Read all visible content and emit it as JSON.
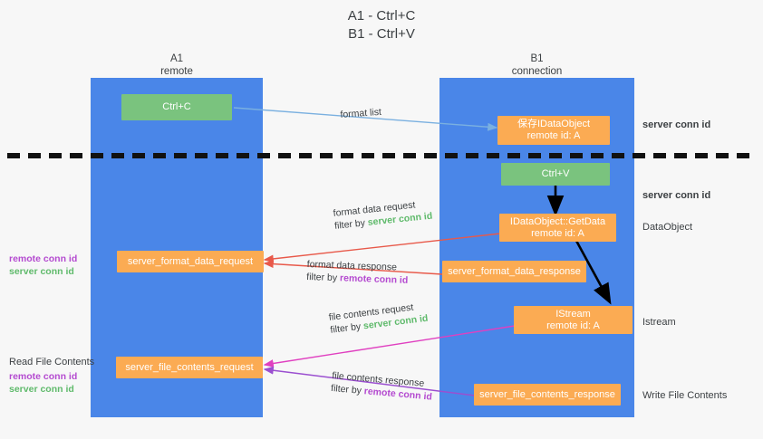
{
  "title": {
    "line1": "A1 - Ctrl+C",
    "line2": "B1 - Ctrl+V"
  },
  "colors": {
    "lane": "#4a86e8",
    "green_node": "#7ac37e",
    "orange_node": "#fbab53",
    "server_conn_id": "#5fba6b",
    "remote_conn_id": "#b44ad0",
    "background": "#f7f7f7",
    "text": "#3c4043",
    "arrow_blue": "#7ab0e0",
    "arrow_red": "#e8594a",
    "arrow_magenta": "#e040c0",
    "arrow_purple": "#9b4fd0",
    "arrow_black": "#000000"
  },
  "columns": [
    {
      "name": "A1",
      "sub": "remote"
    },
    {
      "name": "B1",
      "sub": "connection"
    }
  ],
  "nodes": [
    {
      "id": "ctrl-c",
      "kind": "green",
      "line1": "Ctrl+C",
      "line2": ""
    },
    {
      "id": "save-idataobject",
      "kind": "orange",
      "line1": "保存IDataObject",
      "line2": "remote id: A"
    },
    {
      "id": "ctrl-v",
      "kind": "green",
      "line1": "Ctrl+V",
      "line2": ""
    },
    {
      "id": "idataobject-getdata",
      "kind": "orange",
      "line1": "IDataObject::GetData",
      "line2": "remote id: A"
    },
    {
      "id": "server-format-data-request",
      "kind": "orange",
      "line1": "server_format_data_request",
      "line2": ""
    },
    {
      "id": "server-format-data-response",
      "kind": "orange",
      "line1": "server_format_data_response",
      "line2": ""
    },
    {
      "id": "istream",
      "kind": "orange",
      "line1": "IStream",
      "line2": "remote id: A"
    },
    {
      "id": "server-file-contents-request",
      "kind": "orange",
      "line1": "server_file_contents_request",
      "line2": ""
    },
    {
      "id": "server-file-contents-response",
      "kind": "orange",
      "line1": "server_file_contents_response",
      "line2": ""
    }
  ],
  "edge_labels": {
    "format_list": "format list",
    "format_data_request": "format data request",
    "format_data_request_filter_prefix": "filter by ",
    "format_data_request_filter_key": "server conn id",
    "format_data_response": "format data response",
    "format_data_response_filter_prefix": "filter by ",
    "format_data_response_filter_key": "remote conn id",
    "file_contents_request": "file contents request",
    "file_contents_request_filter_prefix": "filter by ",
    "file_contents_request_filter_key": "server conn id",
    "file_contents_response": "file contents response",
    "file_contents_response_filter_prefix": "filter by ",
    "file_contents_response_filter_key": "remote conn id"
  },
  "right_annotations": [
    {
      "id": "server-conn-id-top",
      "text": "server conn id",
      "style": "green"
    },
    {
      "id": "server-conn-id-second",
      "text": "server conn id",
      "style": "green"
    },
    {
      "id": "dataobject",
      "text": "DataObject",
      "style": "dark"
    },
    {
      "id": "istream-label",
      "text": "Istream",
      "style": "dark"
    },
    {
      "id": "write-file-contents",
      "text": "Write File Contents",
      "style": "dark"
    }
  ],
  "left_annotations": {
    "group1": {
      "remote": "remote conn id",
      "server": "server conn id"
    },
    "group2": {
      "heading": "Read File Contents",
      "remote": "remote conn id",
      "server": "server conn id"
    }
  }
}
